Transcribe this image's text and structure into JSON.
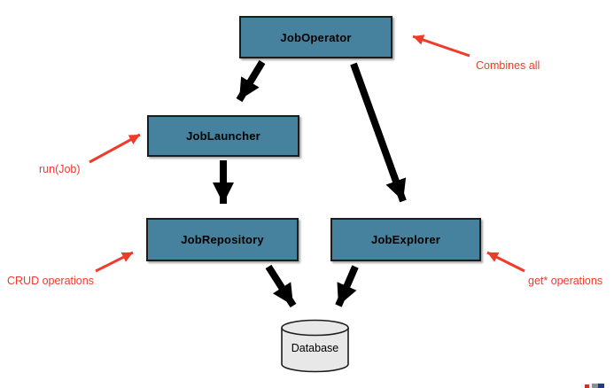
{
  "diagram": {
    "nodes": [
      {
        "id": "jobOperator",
        "label": "JobOperator",
        "shape": "box"
      },
      {
        "id": "jobLauncher",
        "label": "JobLauncher",
        "shape": "box"
      },
      {
        "id": "jobRepository",
        "label": "JobRepository",
        "shape": "box"
      },
      {
        "id": "jobExplorer",
        "label": "JobExplorer",
        "shape": "box"
      },
      {
        "id": "database",
        "label": "Database",
        "shape": "cylinder"
      }
    ],
    "edges": [
      {
        "from": "jobOperator",
        "to": "jobLauncher"
      },
      {
        "from": "jobOperator",
        "to": "jobExplorer"
      },
      {
        "from": "jobLauncher",
        "to": "jobRepository"
      },
      {
        "from": "jobRepository",
        "to": "database"
      },
      {
        "from": "jobExplorer",
        "to": "database"
      }
    ],
    "annotations": [
      {
        "label": "Combines all",
        "target": "jobOperator"
      },
      {
        "label": "run(Job)",
        "target": "jobLauncher"
      },
      {
        "label": "CRUD operations",
        "target": "jobRepository"
      },
      {
        "label": "get* operations",
        "target": "jobExplorer"
      }
    ],
    "colors": {
      "node_fill": "#46829E",
      "node_border": "#1c1c1c",
      "black_arrow": "#000000",
      "annotation_red": "#EE3B2A",
      "cylinder_fill": "#E8E8E8"
    }
  }
}
